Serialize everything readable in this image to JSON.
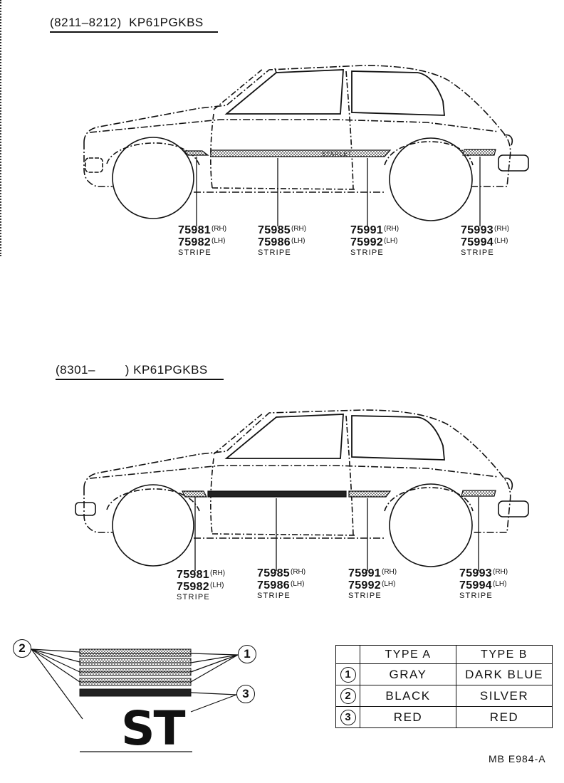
{
  "section_1": {
    "title": "(8211–8212)  KP61PGKBS",
    "callouts": [
      {
        "rh": "75981",
        "lh": "75982",
        "rh_tag": "(RH)",
        "lh_tag": "(LH)",
        "caption": "STRIPE"
      },
      {
        "rh": "75985",
        "lh": "75986",
        "rh_tag": "(RH)",
        "lh_tag": "(LH)",
        "caption": "STRIPE"
      },
      {
        "rh": "75991",
        "lh": "75992",
        "rh_tag": "(RH)",
        "lh_tag": "(LH)",
        "caption": "STRIPE"
      },
      {
        "rh": "75993",
        "lh": "75994",
        "rh_tag": "(RH)",
        "lh_tag": "(LH)",
        "caption": "STRIPE"
      }
    ],
    "door_badge": "STARLET"
  },
  "section_2": {
    "title": "(8301–        ) KP61PGKBS",
    "callouts": [
      {
        "rh": "75981",
        "lh": "75982",
        "rh_tag": "(RH)",
        "lh_tag": "(LH)",
        "caption": "STRIPE"
      },
      {
        "rh": "75985",
        "lh": "75986",
        "rh_tag": "(RH)",
        "lh_tag": "(LH)",
        "caption": "STRIPE"
      },
      {
        "rh": "75991",
        "lh": "75992",
        "rh_tag": "(RH)",
        "lh_tag": "(LH)",
        "caption": "STRIPE"
      },
      {
        "rh": "75993",
        "lh": "75994",
        "rh_tag": "(RH)",
        "lh_tag": "(LH)",
        "caption": "STRIPE"
      }
    ]
  },
  "legend": {
    "markers": [
      "1",
      "2",
      "3"
    ],
    "emblem": "ST"
  },
  "color_table": {
    "headers": [
      "",
      "TYPE  A",
      "TYPE  B"
    ],
    "rows": [
      {
        "num": "1",
        "type_a": "GRAY",
        "type_b": "DARK  BLUE"
      },
      {
        "num": "2",
        "type_a": "BLACK",
        "type_b": "SILVER"
      },
      {
        "num": "3",
        "type_a": "RED",
        "type_b": "RED"
      }
    ]
  },
  "doc_ref": "MB  E984-A"
}
